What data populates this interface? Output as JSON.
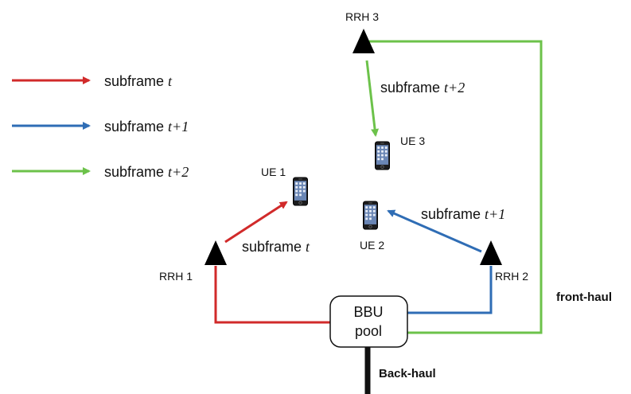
{
  "colors": {
    "subframe_t": "#d12a2a",
    "subframe_t1": "#2f6db5",
    "subframe_t2": "#6cc24a",
    "ink": "#111111"
  },
  "legend": [
    {
      "prefix": "subframe ",
      "var": "t",
      "color_key": "subframe_t"
    },
    {
      "prefix": "subframe ",
      "var": "t+1",
      "color_key": "subframe_t1"
    },
    {
      "prefix": "subframe ",
      "var": "t+2",
      "color_key": "subframe_t2"
    }
  ],
  "rrh": {
    "rrh1": "RRH 1",
    "rrh2": "RRH 2",
    "rrh3": "RRH 3"
  },
  "ue": {
    "ue1": "UE 1",
    "ue2": "UE 2",
    "ue3": "UE 3"
  },
  "links": {
    "rrh1_ue1": {
      "prefix": "subframe ",
      "var": "t"
    },
    "rrh2_ue2": {
      "prefix": "subframe ",
      "var": "t+1"
    },
    "rrh3_ue3": {
      "prefix": "subframe ",
      "var": "t+2"
    }
  },
  "bbu": {
    "line1": "BBU",
    "line2": "pool"
  },
  "labels": {
    "front_haul": "front-haul",
    "back_haul": "Back-haul"
  }
}
